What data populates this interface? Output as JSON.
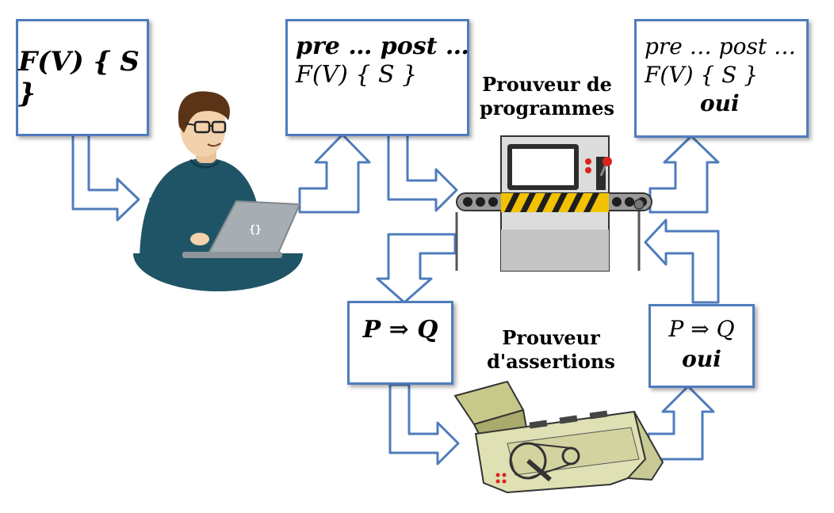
{
  "boxes": {
    "program": {
      "line1": "F(V) { S }"
    },
    "annotated": {
      "line1": "pre … post …",
      "line2": "F(V) { S }"
    },
    "verified": {
      "line1": "pre … post …",
      "line2": "F(V) { S }",
      "line3": "oui"
    },
    "assertion": {
      "line1": "P ⇒ Q"
    },
    "proven": {
      "line1": "P ⇒ Q",
      "line2": "oui"
    }
  },
  "labels": {
    "program_prover": "Prouveur de programmes",
    "assertion_prover": "Prouveur d'assertions"
  },
  "laptop_logo": "{}",
  "colors": {
    "box_border": "#4f7cbc",
    "arrow_fill": "#ffffff",
    "arrow_stroke": "#4f7cbc",
    "hazard_yellow": "#f2c200",
    "button_red": "#d9231e"
  }
}
